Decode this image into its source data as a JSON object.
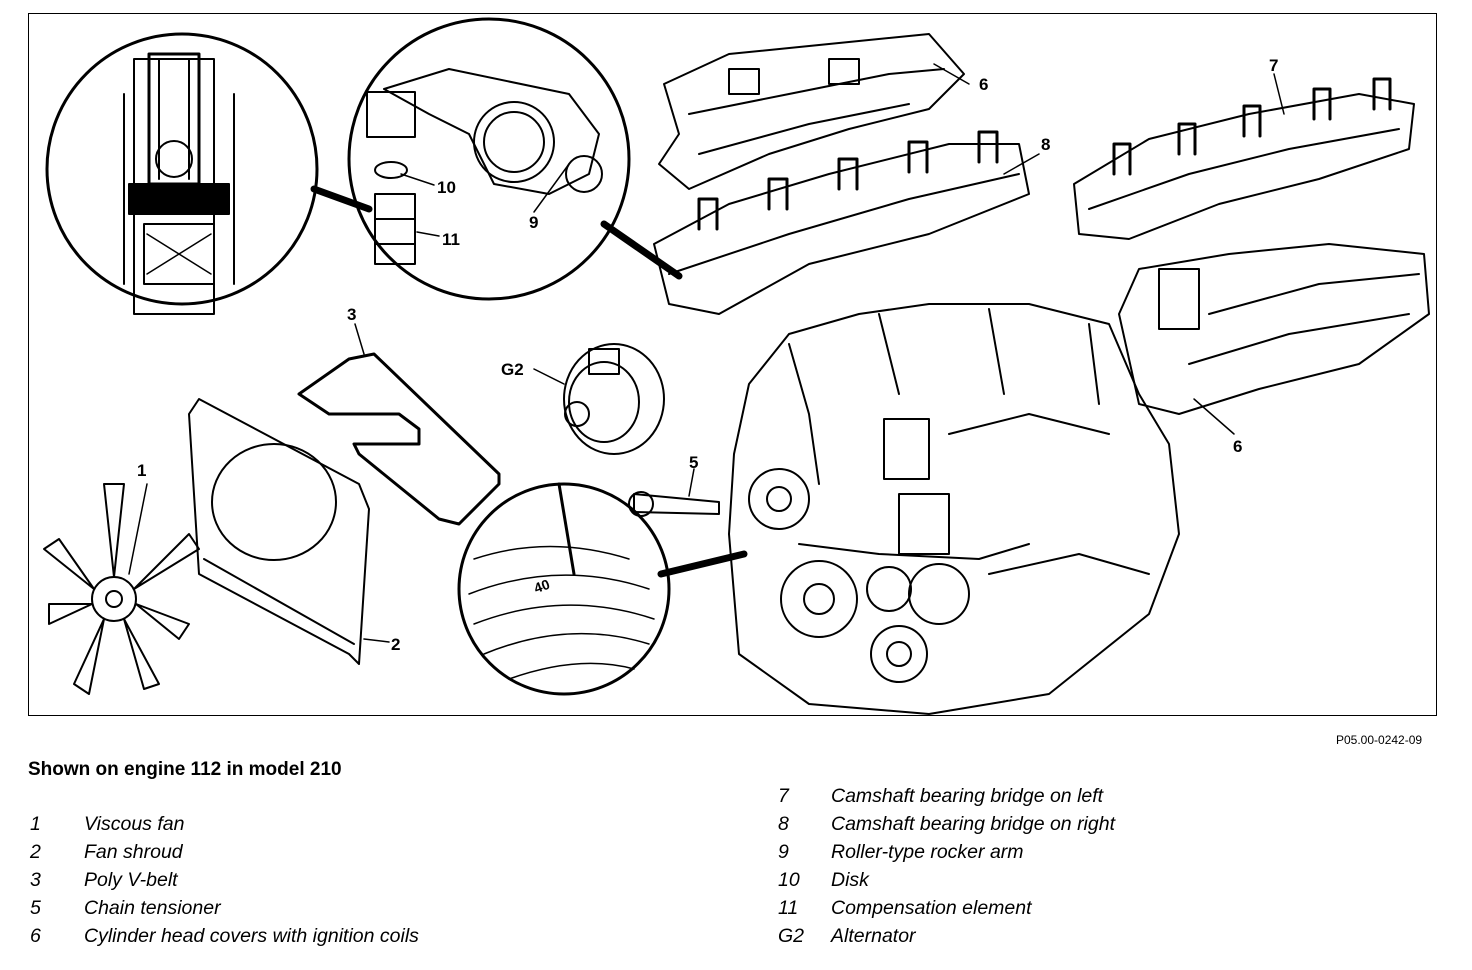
{
  "callouts": [
    "1",
    "2",
    "3",
    "5",
    "6",
    "6",
    "7",
    "8",
    "9",
    "10",
    "11",
    "G2"
  ],
  "dial_mark": "40",
  "figure_id": "P05.00-0242-09",
  "caption": "Shown on engine 112 in model 210",
  "legend_left": [
    {
      "num": "1",
      "label": "Viscous fan"
    },
    {
      "num": "2",
      "label": "Fan shroud"
    },
    {
      "num": "3",
      "label": "Poly V-belt"
    },
    {
      "num": "5",
      "label": "Chain tensioner"
    },
    {
      "num": "6",
      "label": "Cylinder head covers with ignition coils"
    }
  ],
  "legend_right": [
    {
      "num": "7",
      "label": "Camshaft bearing bridge on left"
    },
    {
      "num": "8",
      "label": "Camshaft bearing bridge on right"
    },
    {
      "num": "9",
      "label": "Roller-type rocker arm"
    },
    {
      "num": "10",
      "label": "Disk"
    },
    {
      "num": "11",
      "label": "Compensation element"
    },
    {
      "num": "G2",
      "label": "Alternator"
    }
  ]
}
